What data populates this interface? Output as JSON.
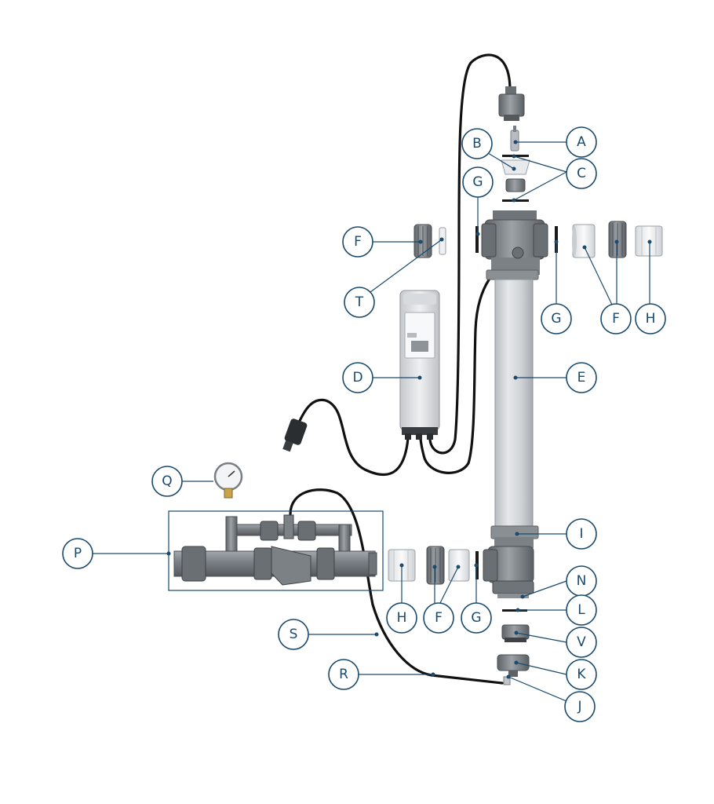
{
  "diagram": {
    "labels": [
      "A",
      "B",
      "C",
      "D",
      "E",
      "F",
      "G",
      "H",
      "I",
      "J",
      "K",
      "L",
      "N",
      "P",
      "Q",
      "R",
      "S",
      "T",
      "V"
    ]
  },
  "colors": {
    "callout": "#1a4a6e",
    "pipe": "#858a90",
    "pipe_dark": "#5d6268",
    "tube": "#d4d7da",
    "cable": "#111111"
  },
  "callouts": {
    "A": "A",
    "B": "B",
    "C": "C",
    "D": "D",
    "E": "E",
    "F1": "F",
    "F2": "F",
    "F3": "F",
    "G1": "G",
    "G2": "G",
    "G3": "G",
    "H1": "H",
    "H2": "H",
    "I": "I",
    "J": "J",
    "K": "K",
    "L": "L",
    "N": "N",
    "P": "P",
    "Q": "Q",
    "R": "R",
    "S": "S",
    "T": "T",
    "V": "V"
  }
}
